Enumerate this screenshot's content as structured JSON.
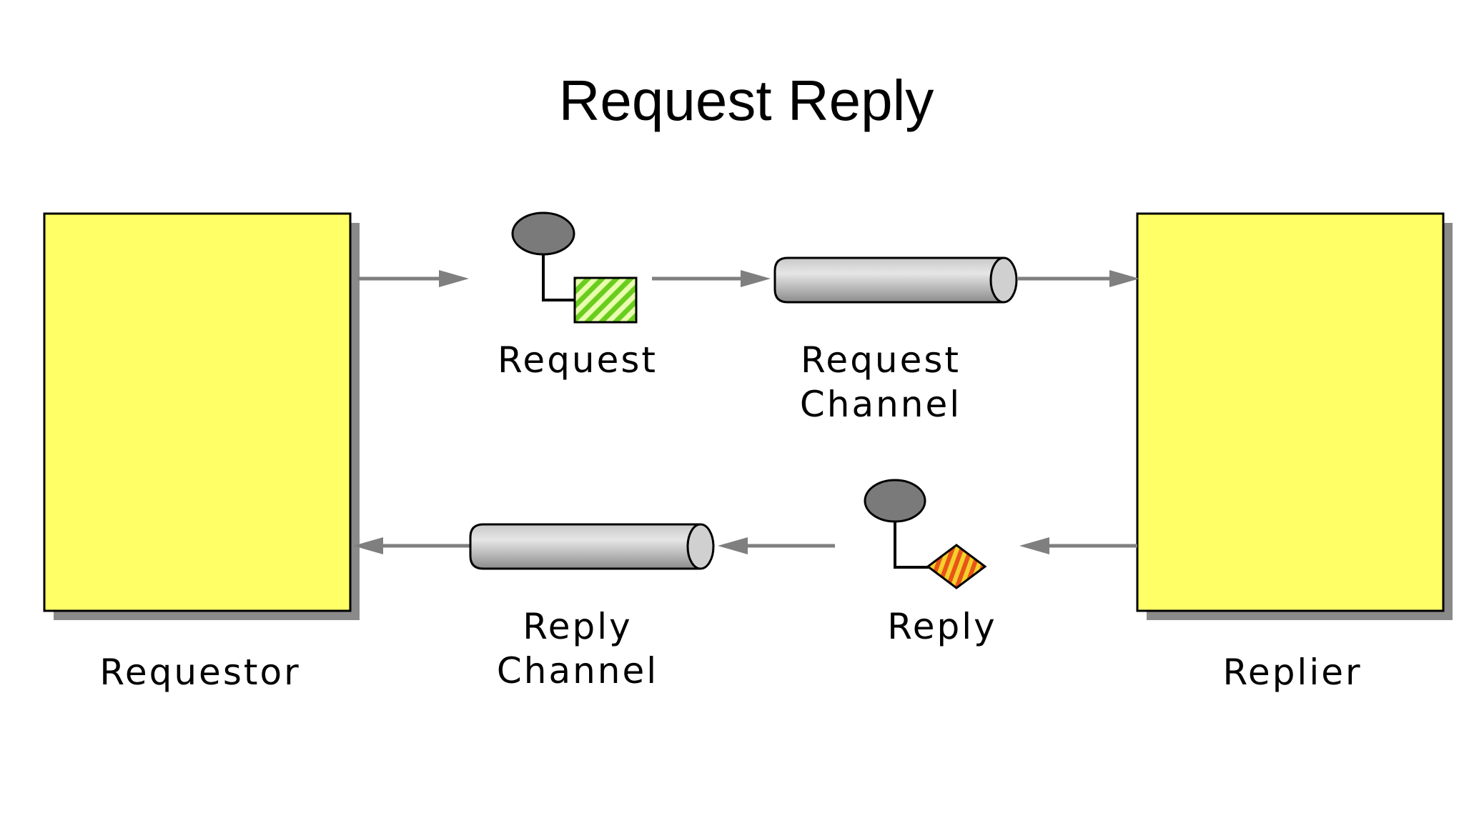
{
  "title": "Request Reply",
  "colors": {
    "app_fill": "#FFFF66",
    "app_shadow": "#8A8A8A",
    "arrow": "#7F7F7F",
    "request_message_fill": "#7DDC2A",
    "reply_message_fill": "#E8541A",
    "message_head": "#7A7A7A",
    "channel_body": "#A8A8A8"
  },
  "nodes": {
    "requestor": {
      "label": "Requestor",
      "icon": "application-box"
    },
    "replier": {
      "label": "Replier",
      "icon": "application-box"
    },
    "request_message": {
      "label": "Request",
      "icon": "hatched-square-message-icon"
    },
    "request_channel": {
      "label_line1": "Request",
      "label_line2": "Channel",
      "icon": "pipe-channel-icon"
    },
    "reply_message": {
      "label": "Reply",
      "icon": "hatched-diamond-message-icon"
    },
    "reply_channel": {
      "label_line1": "Reply",
      "label_line2": "Channel",
      "icon": "pipe-channel-icon"
    }
  }
}
